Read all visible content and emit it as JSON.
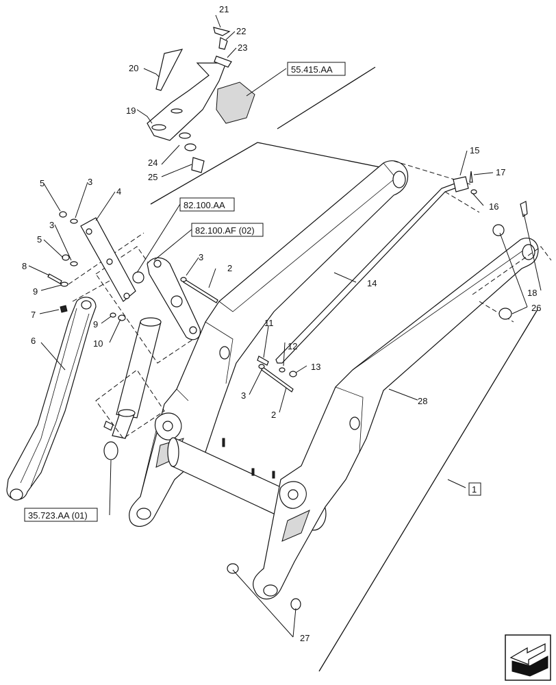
{
  "callouts": {
    "n1": "1",
    "n2a": "2",
    "n2b": "2",
    "n3a": "3",
    "n3b": "3",
    "n3c": "3",
    "n3d": "3",
    "n4": "4",
    "n5a": "5",
    "n5b": "5",
    "n6": "6",
    "n7": "7",
    "n8": "8",
    "n9a": "9",
    "n9b": "9",
    "n10": "10",
    "n11": "11",
    "n12": "12",
    "n13": "13",
    "n14": "14",
    "n15": "15",
    "n16": "16",
    "n17": "17",
    "n18": "18",
    "n19": "19",
    "n20": "20",
    "n21": "21",
    "n22": "22",
    "n23": "23",
    "n24": "24",
    "n25": "25",
    "n26": "26",
    "n27": "27",
    "n28": "28"
  },
  "references": {
    "ref_55415": "55.415.AA",
    "ref_82100": "82.100.AA",
    "ref_82100af": "82.100.AF (02)",
    "ref_35723": "35.723.AA (01)"
  },
  "nav_icon": "next-page-arrow-icon"
}
